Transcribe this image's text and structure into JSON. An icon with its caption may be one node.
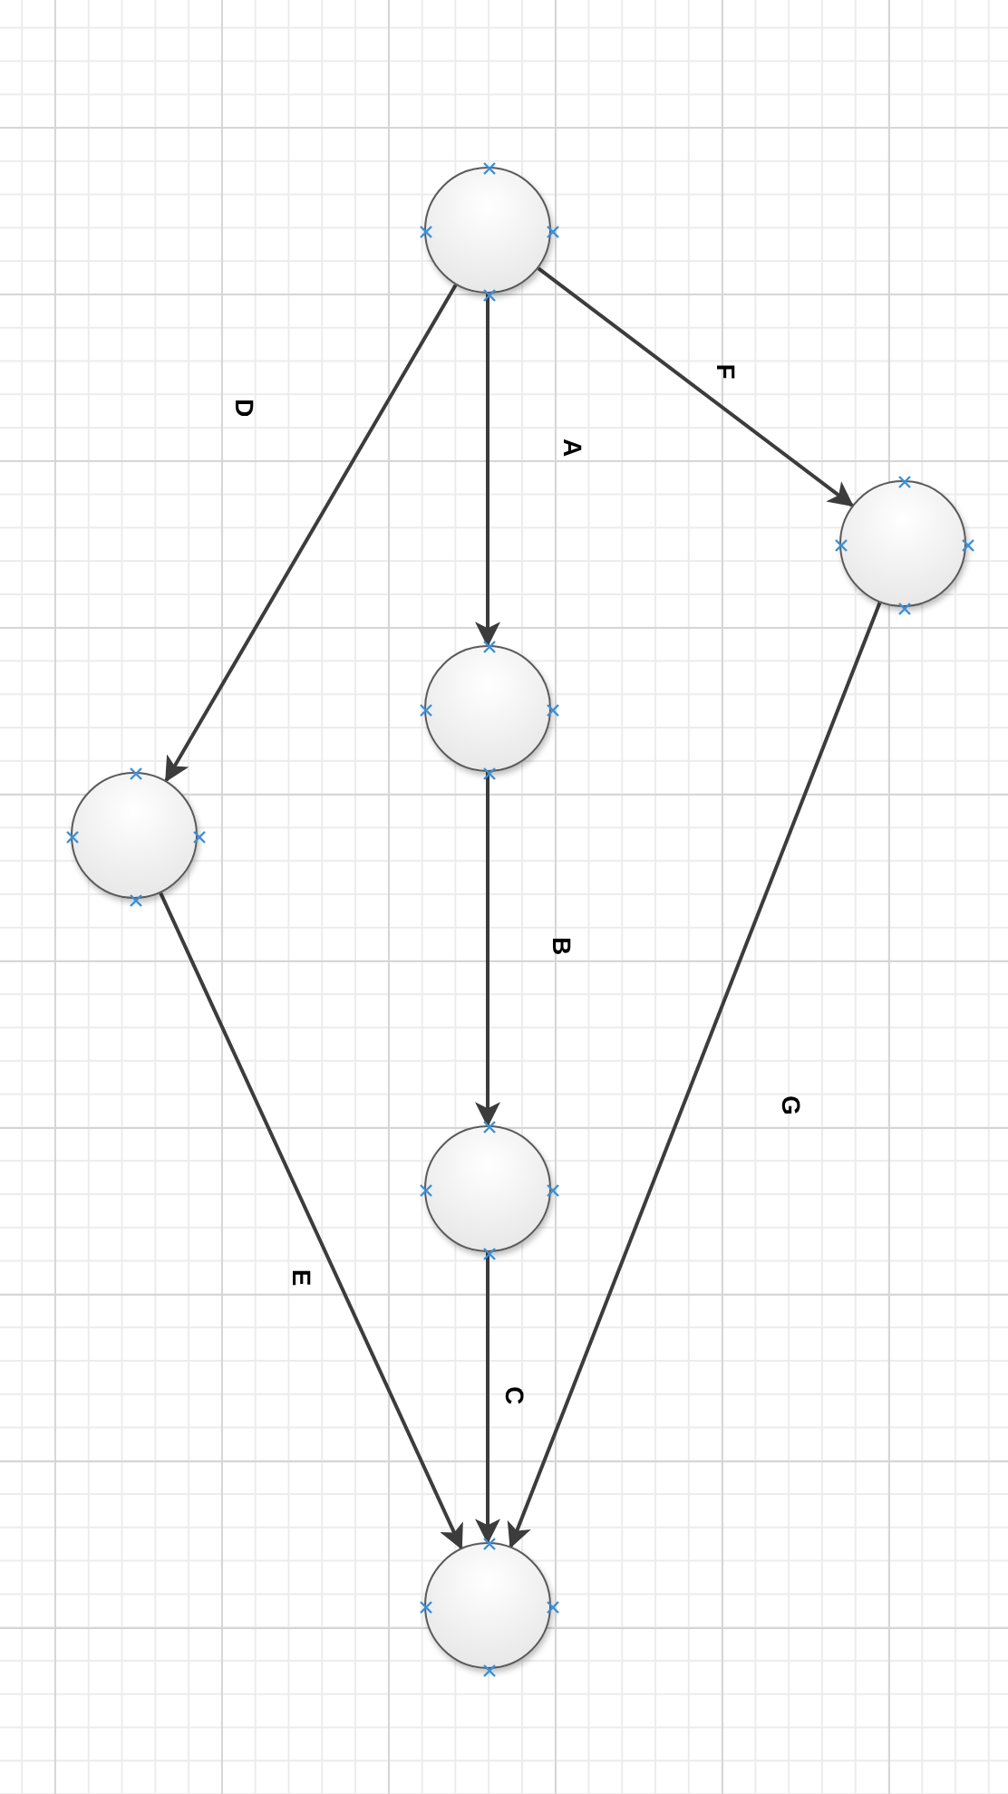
{
  "diagram": {
    "nodes": [
      {
        "text": [],
        "shape": "circle"
      },
      {
        "text": [],
        "shape": "circle"
      },
      {
        "text": [],
        "shape": "circle"
      },
      {
        "text": [],
        "shape": "circle"
      },
      {
        "text": [],
        "shape": "circle"
      },
      {
        "text": [],
        "shape": "circle"
      }
    ],
    "edges": [
      {
        "from": 0,
        "to": 2,
        "arrow": "to",
        "label": "A"
      },
      {
        "from": 2,
        "to": 4,
        "arrow": "to",
        "label": "B"
      },
      {
        "from": 4,
        "to": 5,
        "arrow": "to",
        "label": "C"
      },
      {
        "from": 0,
        "to": 3,
        "arrow": "to",
        "label": "D"
      },
      {
        "from": 3,
        "to": 5,
        "arrow": "to",
        "label": "E"
      },
      {
        "from": 0,
        "to": 1,
        "arrow": "to",
        "label": "F"
      },
      {
        "from": 1,
        "to": 5,
        "arrow": "to",
        "label": "G"
      }
    ]
  }
}
